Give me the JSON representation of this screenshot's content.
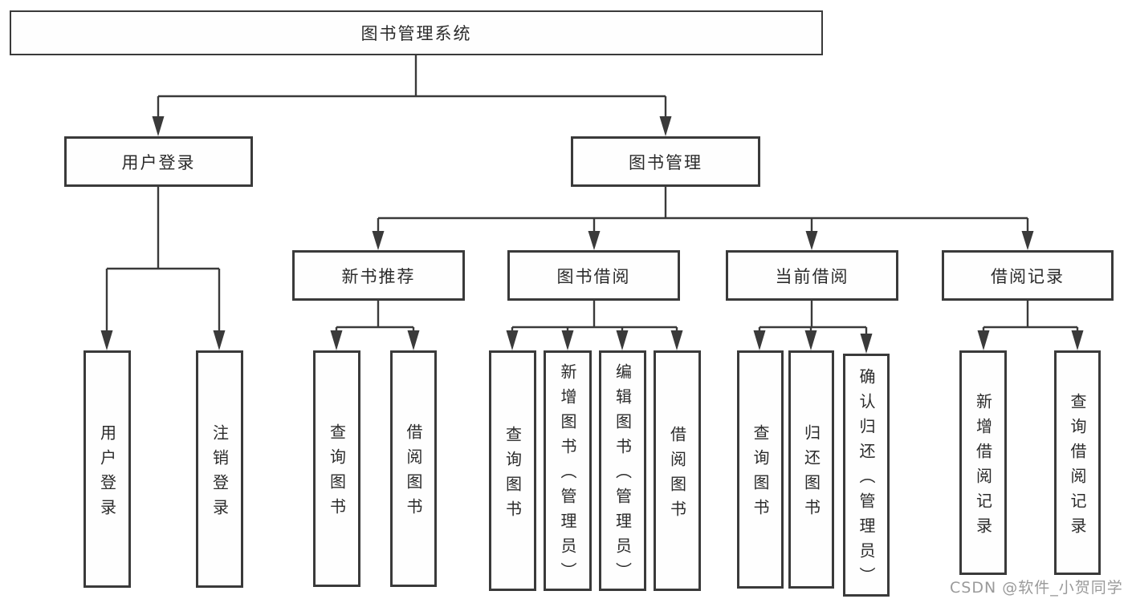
{
  "tree": {
    "label": "图书管理系统",
    "children": [
      {
        "label": "用户登录",
        "children": [
          {
            "label": "用户登录"
          },
          {
            "label": "注销登录"
          }
        ]
      },
      {
        "label": "图书管理",
        "children": [
          {
            "label": "新书推荐",
            "children": [
              {
                "label": "查询图书"
              },
              {
                "label": "借阅图书"
              }
            ]
          },
          {
            "label": "图书借阅",
            "children": [
              {
                "label": "查询图书"
              },
              {
                "label": "新增图书（管理员）"
              },
              {
                "label": "编辑图书（管理员）"
              },
              {
                "label": "借阅图书"
              }
            ]
          },
          {
            "label": "当前借阅",
            "children": [
              {
                "label": "查询图书"
              },
              {
                "label": "归还图书"
              },
              {
                "label": "确认归还（管理员）"
              }
            ]
          },
          {
            "label": "借阅记录",
            "children": [
              {
                "label": "新增借阅记录"
              },
              {
                "label": "查询借阅记录"
              }
            ]
          }
        ]
      }
    ]
  },
  "watermark": "CSDN @软件_小贺同学",
  "colors": {
    "line": "#3a3a3a",
    "text": "#2b2b2b",
    "box_fill": "#fefefe",
    "watermark": "#9a9a9a"
  }
}
